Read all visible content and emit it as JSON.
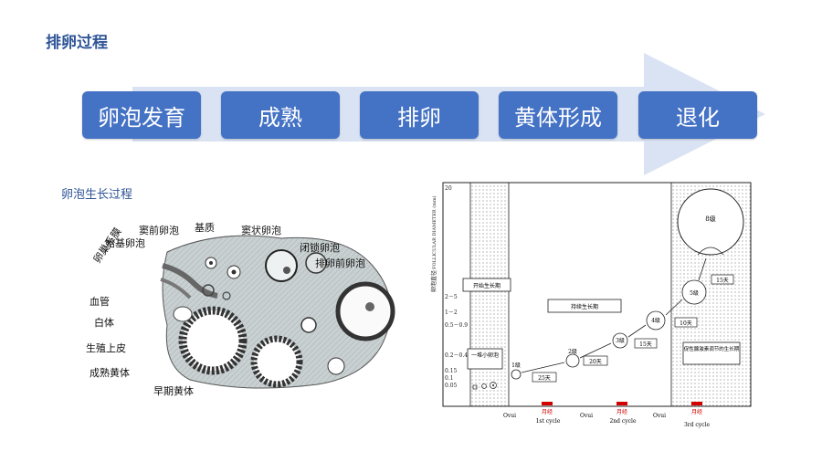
{
  "page": {
    "title": "排卵过程",
    "subtitle": "卵泡生长过程"
  },
  "flow": {
    "steps": [
      "卵泡发育",
      "成熟",
      "排卵",
      "黄体形成",
      "退化"
    ],
    "box_color": "#4472c4",
    "arrow_color": "#dae3f3"
  },
  "ovary_labels": {
    "preantral": "窦前卵泡",
    "stroma": "基质",
    "antral": "窦状卵泡",
    "primordial": "始基卵泡",
    "atretic": "闭锁卵泡",
    "preovulatory": "排卵前卵泡",
    "ligament": "卵巢系膜",
    "vessel": "血管",
    "albicans": "白体",
    "epithelium": "生殖上皮",
    "mature_cl": "成熟黄体",
    "early_cl": "早期黄体"
  },
  "growth_chart": {
    "y_axis_zh": "卵泡直径",
    "y_axis_en": "FOLLICULAR DIAMETER (mm)",
    "y_ticks": [
      "20",
      "2－5",
      "1－2",
      "0.5－0.9",
      "0.2－0.4",
      "0.15",
      "0.1",
      "0.05"
    ],
    "x_ovui": "Ovui",
    "menses": "月经",
    "cycles": [
      "1st cycle",
      "2nd cycle",
      "3rd cycle"
    ],
    "phase_start": "开始生长期",
    "phase_sustain": "持续生长期",
    "phase_hormone": "促性腺激素调节的生长期",
    "cohort": "一堆小卵泡",
    "grades": [
      "1级",
      "2级",
      "3级",
      "4级",
      "5级",
      "8级"
    ],
    "days": [
      "25天",
      "20天",
      "15天",
      "10天",
      "15天"
    ],
    "menses_color": "#d40000"
  }
}
